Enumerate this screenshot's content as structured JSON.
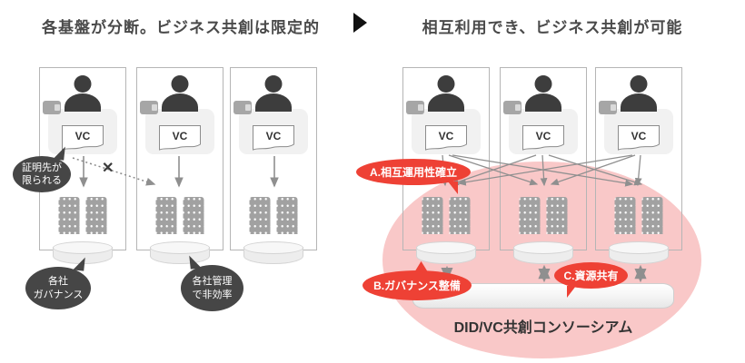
{
  "header": {
    "left_title": "各基盤が分断。ビジネス共創は限定的",
    "right_title": "相互利用でき、ビジネス共創が可能"
  },
  "labels": {
    "vc": "VC",
    "cross": "✕"
  },
  "left_diagram": {
    "bubble_proof": "証明先が\n限られる",
    "bubble_governance": "各社\nガバナンス",
    "bubble_inefficiency": "各社管理\nで非効率"
  },
  "right_diagram": {
    "bubble_a": "A.相互運用性確立",
    "bubble_b": "B.ガバナンス整備",
    "bubble_c": "C.資源共有",
    "consortium_label": "DID/VC共創コンソーシアム"
  },
  "colors": {
    "accent_red": "#ee4135",
    "pink_zone": "#f9c8c8",
    "dark_bubble": "#464646",
    "gray_icon": "#a1a1a1",
    "person": "#3d3d3d"
  }
}
